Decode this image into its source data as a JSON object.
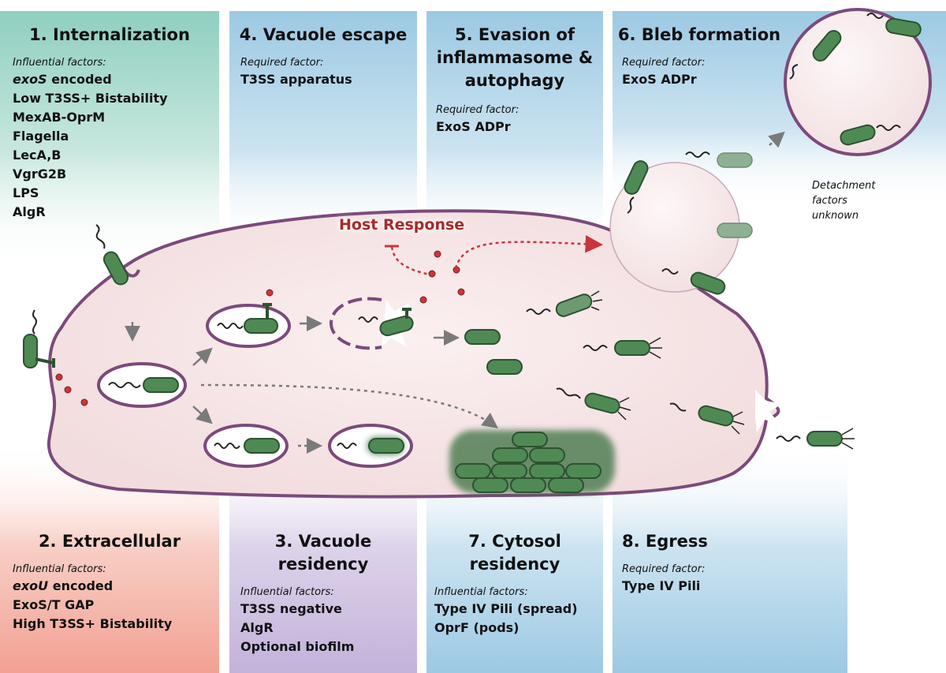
{
  "stages": [
    {
      "id": "internalization",
      "title": "1. Internalization",
      "factor_label": "Influential factors:",
      "factors": [
        {
          "text": "exoS",
          "italic": true,
          "suffix": " encoded"
        },
        {
          "text": "Low T3SS+ Bistability"
        },
        {
          "text": "MexAB-OprM"
        },
        {
          "text": "Flagella"
        },
        {
          "text": "LecA,B"
        },
        {
          "text": "VgrG2B"
        },
        {
          "text": "LPS"
        },
        {
          "text": "AlgR"
        }
      ]
    },
    {
      "id": "extracellular",
      "title": "2. Extracellular",
      "factor_label": "Influential factors:",
      "factors": [
        {
          "text": "exoU",
          "italic": true,
          "suffix": " encoded"
        },
        {
          "text": "ExoS/T GAP"
        },
        {
          "text": "High T3SS+ Bistability"
        }
      ]
    },
    {
      "id": "vacuole-residency",
      "title": "3. Vacuole residency",
      "factor_label": "Influential factors:",
      "factors": [
        {
          "text": "T3SS negative"
        },
        {
          "text": "AlgR"
        },
        {
          "text": "Optional biofilm"
        }
      ]
    },
    {
      "id": "vacuole-escape",
      "title": "4. Vacuole escape",
      "factor_label": "Required factor:",
      "factors": [
        {
          "text": "T3SS apparatus"
        }
      ]
    },
    {
      "id": "evasion",
      "title": "5. Evasion of inflammasome & autophagy",
      "factor_label": "Required factor:",
      "factors": [
        {
          "text": "ExoS ADPr"
        }
      ]
    },
    {
      "id": "bleb",
      "title": "6. Bleb formation",
      "factor_label": "Required factor:",
      "factors": [
        {
          "text": "ExoS ADPr"
        }
      ]
    },
    {
      "id": "cytosol-residency",
      "title": "7. Cytosol residency",
      "factor_label": "Influential factors:",
      "factors": [
        {
          "text": "Type IV Pili (spread)"
        },
        {
          "text": "OprF (pods)"
        }
      ]
    },
    {
      "id": "egress",
      "title": "8. Egress",
      "factor_label": "Required factor:",
      "factors": [
        {
          "text": "Type IV Pili"
        }
      ]
    }
  ],
  "host_response": "Host Response",
  "detachment_note": "Detachment factors unknown",
  "colors": {
    "internalization": "#8fcfc0",
    "extracellular": "#f2a192",
    "vacuole_residency": "#c7b7dc",
    "blue": "#9cc9e3",
    "cell_fill": "#f7e6e7",
    "cell_stroke": "#7b4a7c",
    "bacteria": "#4f8a55",
    "bacteria_stroke": "#2c5230",
    "host_response": "#a52a2a",
    "dot": "#c8363b"
  }
}
